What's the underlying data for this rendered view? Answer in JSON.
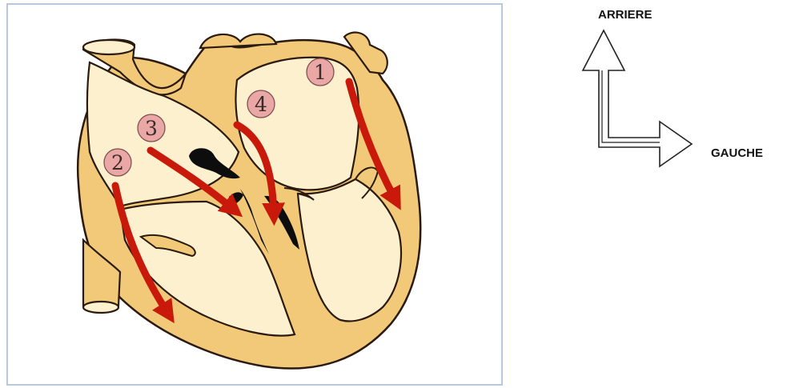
{
  "diagram": {
    "colors": {
      "tissue": "#f2c978",
      "tissue_outline": "#2a1a10",
      "chamber": "#fdf0cf",
      "arrow": "#c8190b",
      "marker_fill": "#e9a8a5",
      "valve": "#0d0d0d",
      "frame": "#b7c7dc"
    },
    "markers": [
      {
        "label": "1"
      },
      {
        "label": "2"
      },
      {
        "label": "3"
      },
      {
        "label": "4"
      }
    ]
  },
  "orientation": {
    "up_label": "ARRIERE",
    "right_label": "GAUCHE"
  }
}
